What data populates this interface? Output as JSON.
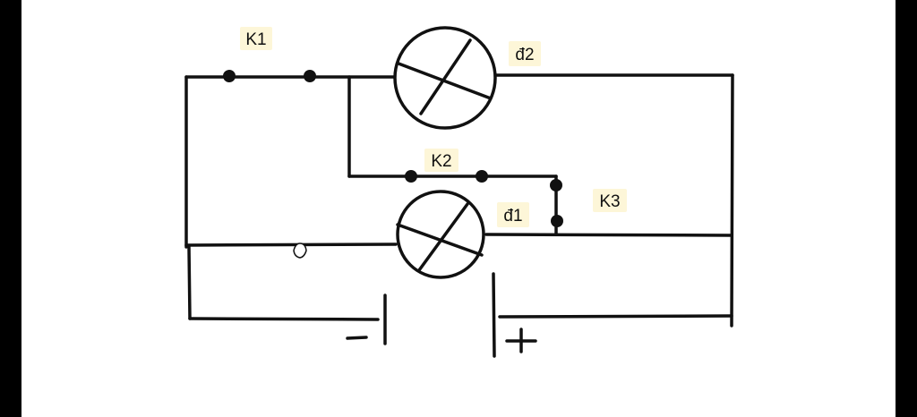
{
  "labels": {
    "k1": "K1",
    "k2": "K2",
    "k3": "K3",
    "d1": "đ1",
    "d2": "đ2"
  },
  "colors": {
    "background": "#ffffff",
    "letterbox": "#000000",
    "ink": "#111111",
    "label_highlight": "#fdf6d8"
  }
}
